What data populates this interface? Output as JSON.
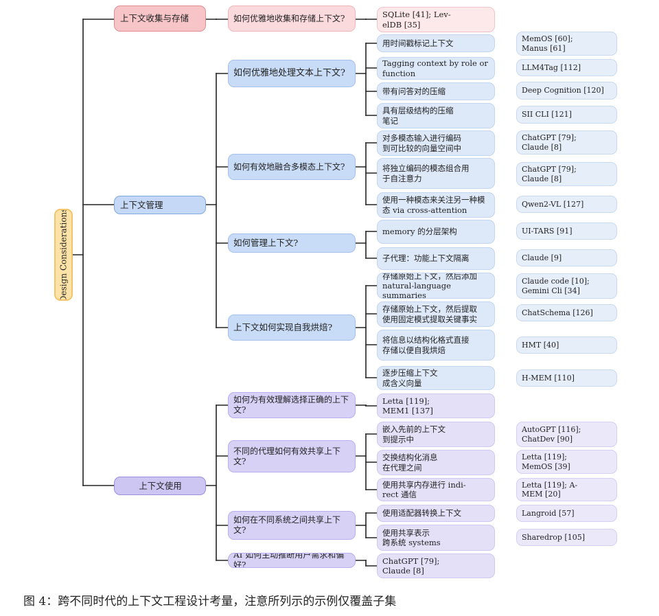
{
  "root": {
    "label": "Design Considerations"
  },
  "caption": "图 4：跨不同时代的上下文工程设计考量，注意所列示的示例仅覆盖子集",
  "colors": {
    "root": "#fde3a7",
    "collection": "#f7c5c8",
    "management": "#c5d9f6",
    "usage": "#cdc6f3",
    "wire": "#222222"
  },
  "level1": [
    {
      "id": "collection",
      "label": "上下文收集与存储"
    },
    {
      "id": "management",
      "label": "上下文管理"
    },
    {
      "id": "usage",
      "label": "上下文使用"
    }
  ],
  "questions": [
    {
      "id": "q1",
      "label": "如何优雅地收集和存储上下文?"
    },
    {
      "id": "q2",
      "label": "如何优雅地处理文本上下文?"
    },
    {
      "id": "q3",
      "label": "如何有效地融合多模态上下文?"
    },
    {
      "id": "q4",
      "label": "如何管理上下文?"
    },
    {
      "id": "q5",
      "label": "上下文如何实现自我烘焙?"
    },
    {
      "id": "q6",
      "label": "如何为有效理解选择正确的上下文?"
    },
    {
      "id": "q7",
      "label": "不同的代理如何有效共享上下文?"
    },
    {
      "id": "q8",
      "label": "如何在不同系统之间共享上下\n文?"
    },
    {
      "id": "q9",
      "label": "AI 如何主动推断用户需求和偏好?"
    }
  ],
  "methods": [
    {
      "id": "m1",
      "label": "SQLite [41]; Lev-\nelDB [35]"
    },
    {
      "id": "m2",
      "label": "用时间戳标记上下文"
    },
    {
      "id": "m3",
      "label": "Tagging context by role or\nfunction"
    },
    {
      "id": "m4",
      "label": "带有问答对的压缩"
    },
    {
      "id": "m5",
      "label": "具有层级结构的压缩\n笔记"
    },
    {
      "id": "m6",
      "label": "对多模态输入进行编码\n到可比较的向量空间中"
    },
    {
      "id": "m7",
      "label": "将独立编码的模态组合用\n于自注意力"
    },
    {
      "id": "m8",
      "label": "使用一种模态来关注另一种模态 via cross-attention"
    },
    {
      "id": "m9",
      "label": "memory 的分层架构"
    },
    {
      "id": "m10",
      "label": "子代理：功能上下文隔离"
    },
    {
      "id": "m11",
      "label": "存储原始上下文，然后添加\nnatural-language summaries"
    },
    {
      "id": "m12",
      "label": "存储原始上下文，然后提取\n使用固定模式提取关键事实"
    },
    {
      "id": "m13",
      "label": "将信息以结构化格式直接\n存储以便自我烘焙"
    },
    {
      "id": "m14",
      "label": "逐步压缩上下文\n成含义向量"
    },
    {
      "id": "m15",
      "label": "Letta [119];\nMEM1 [137]"
    },
    {
      "id": "m16",
      "label": "嵌入先前的上下文\n到提示中"
    },
    {
      "id": "m17",
      "label": "交换结构化消息\n在代理之间"
    },
    {
      "id": "m18",
      "label": "使用共享内存进行 indi-\nrect 通信"
    },
    {
      "id": "m19",
      "label": "使用适配器转换上下文"
    },
    {
      "id": "m20",
      "label": "使用共享表示\n跨系统 systems"
    },
    {
      "id": "m21",
      "label": "ChatGPT [79];\nClaude [8]"
    }
  ],
  "examples": [
    {
      "id": "e1",
      "label": "MemOS [60];\nManus [61]"
    },
    {
      "id": "e2",
      "label": "LLM4Tag [112]"
    },
    {
      "id": "e3",
      "label": "Deep Cognition [120]"
    },
    {
      "id": "e4",
      "label": "SII CLI [121]"
    },
    {
      "id": "e5",
      "label": "ChatGPT [79];\nClaude [8]"
    },
    {
      "id": "e6",
      "label": "ChatGPT [79];\nClaude [8]"
    },
    {
      "id": "e7",
      "label": "Qwen2-VL [127]"
    },
    {
      "id": "e8",
      "label": "UI-TARS [91]"
    },
    {
      "id": "e9",
      "label": "Claude [9]"
    },
    {
      "id": "e10",
      "label": "Claude code [10];\nGemini Cli [34]"
    },
    {
      "id": "e11",
      "label": "ChatSchema [126]"
    },
    {
      "id": "e12",
      "label": "HMT [40]"
    },
    {
      "id": "e13",
      "label": "H-MEM [110]"
    },
    {
      "id": "e14",
      "label": "AutoGPT [116];\nChatDev [90]"
    },
    {
      "id": "e15",
      "label": "Letta [119];\nMemOS [39]"
    },
    {
      "id": "e16",
      "label": "Letta [119]; A-\nMEM [20]"
    },
    {
      "id": "e17",
      "label": "Langroid [57]"
    },
    {
      "id": "e18",
      "label": "Sharedrop [105]"
    }
  ]
}
